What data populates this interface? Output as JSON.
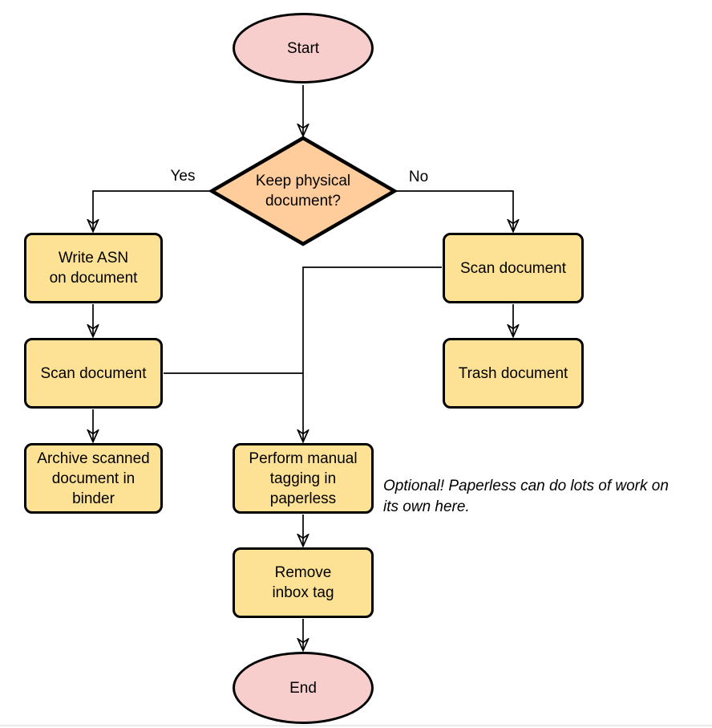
{
  "colors": {
    "background": "#ffffff",
    "terminator_fill": "#f8cecc",
    "decision_fill": "#fecd9b",
    "process_fill": "#fde296",
    "stroke": "#000000",
    "bottom_rule": "#e9e9e9"
  },
  "nodes": {
    "start": {
      "label": "Start"
    },
    "decision": {
      "lines": [
        "Keep physical",
        "document?"
      ]
    },
    "write_asn": {
      "lines": [
        "Write ASN",
        "on document"
      ]
    },
    "scan_left": {
      "label": "Scan document"
    },
    "archive": {
      "lines": [
        "Archive scanned",
        "document in",
        "binder"
      ]
    },
    "scan_right": {
      "label": "Scan document"
    },
    "trash": {
      "label": "Trash document"
    },
    "tagging": {
      "lines": [
        "Perform manual",
        "tagging in",
        "paperless"
      ]
    },
    "remove_inbox": {
      "lines": [
        "Remove",
        "inbox tag"
      ]
    },
    "end": {
      "label": "End"
    }
  },
  "edge_labels": {
    "yes": "Yes",
    "no": "No"
  },
  "note": {
    "lines": [
      "Optional! Paperless can do lots of work on",
      "its own here."
    ]
  }
}
